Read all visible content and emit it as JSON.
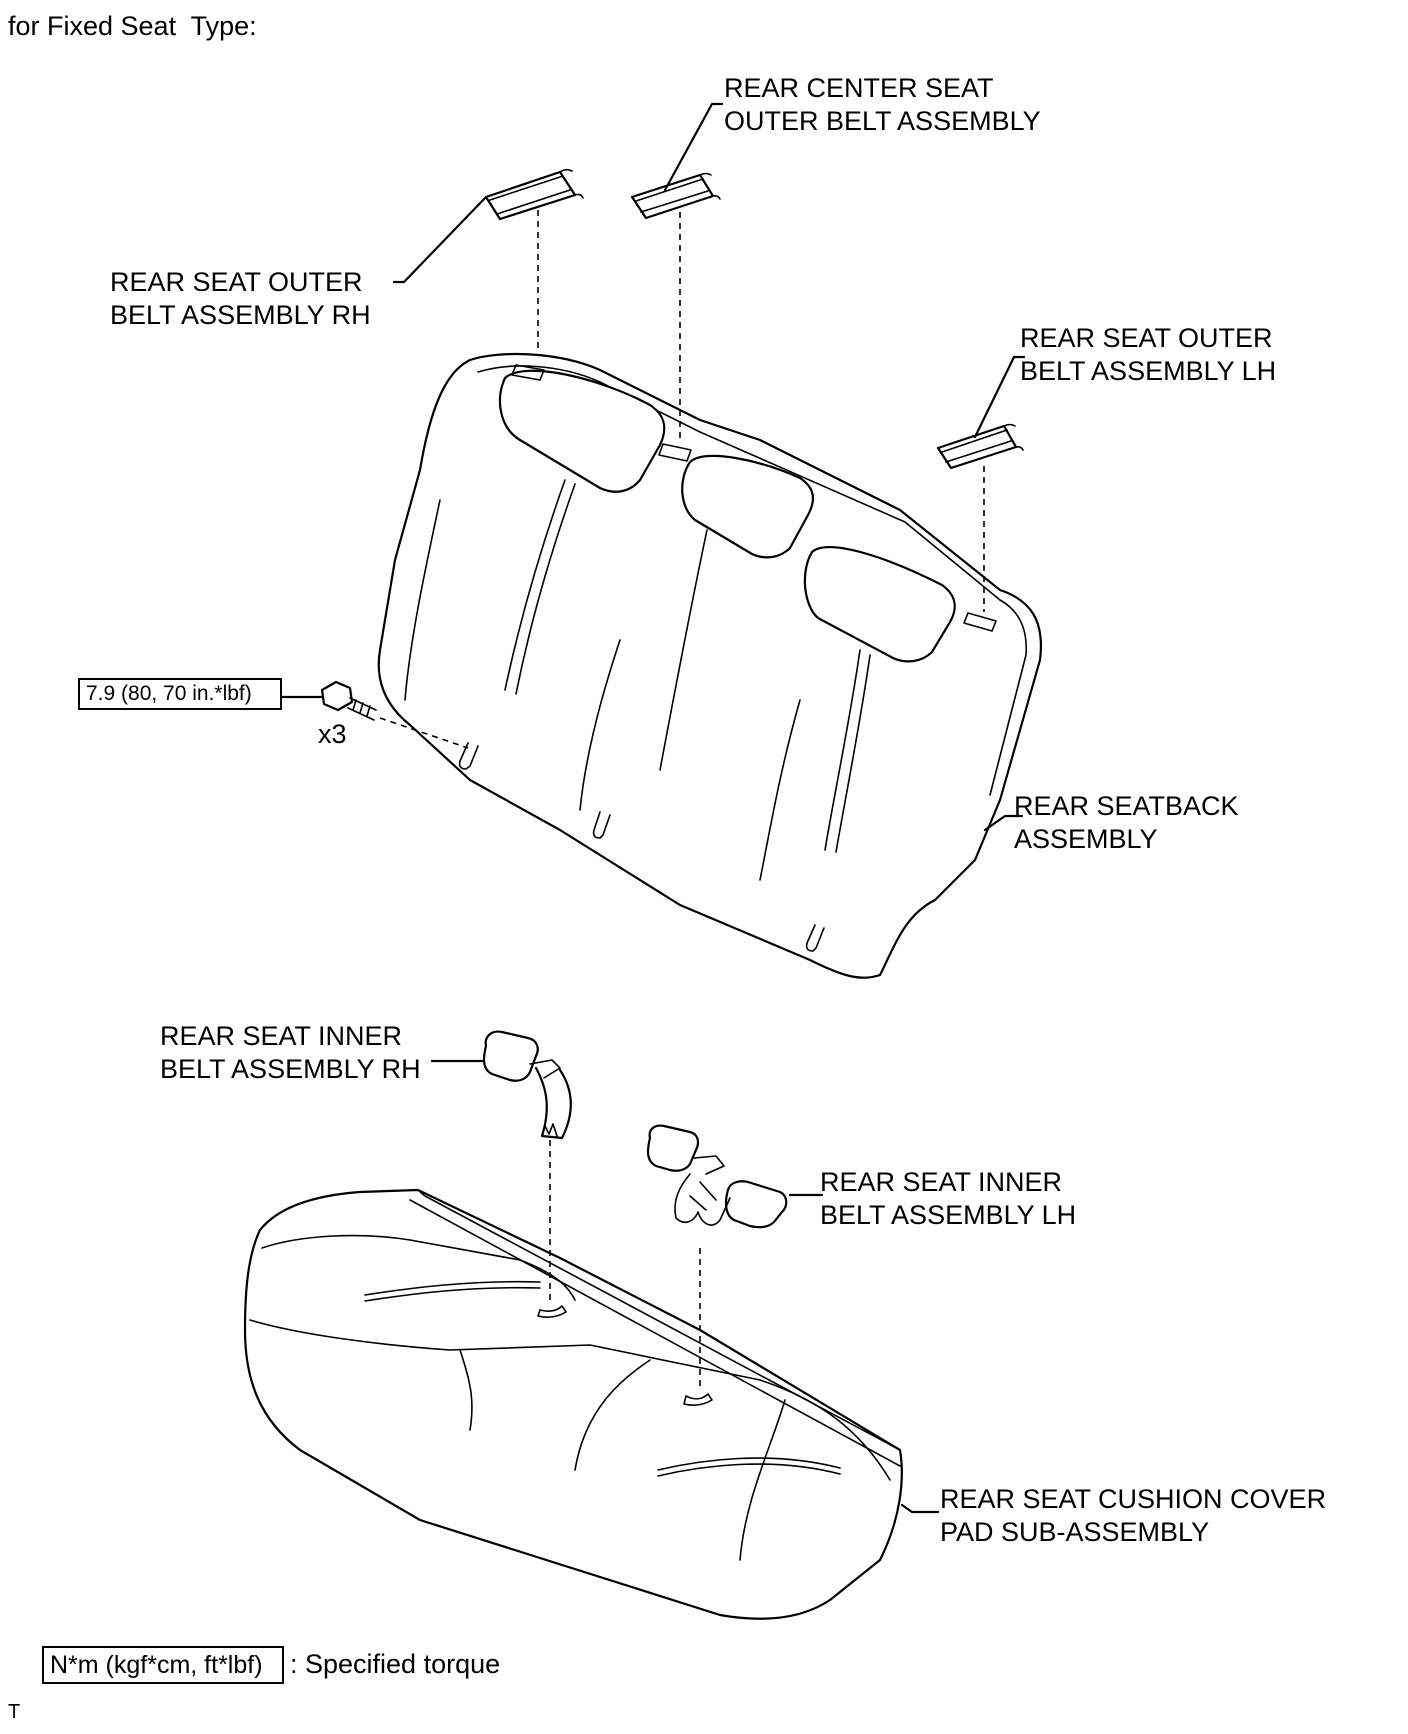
{
  "header": {
    "title": "for Fixed Seat  Type:"
  },
  "labels": {
    "rear_center_seat_outer_belt": [
      "REAR CENTER SEAT",
      "OUTER BELT ASSEMBLY"
    ],
    "rear_seat_outer_belt_rh": [
      "REAR SEAT OUTER",
      "BELT ASSEMBLY RH"
    ],
    "rear_seat_outer_belt_lh": [
      "REAR SEAT OUTER",
      "BELT ASSEMBLY LH"
    ],
    "rear_seatback": [
      "REAR SEATBACK",
      "ASSEMBLY"
    ],
    "rear_seat_inner_belt_rh": [
      "REAR SEAT INNER",
      "BELT ASSEMBLY RH"
    ],
    "rear_seat_inner_belt_lh": [
      "REAR SEAT INNER",
      "BELT ASSEMBLY LH"
    ],
    "rear_seat_cushion": [
      "REAR SEAT CUSHION COVER",
      "PAD SUB-ASSEMBLY"
    ]
  },
  "torque": {
    "value": "7.9 (80, 70 in.*lbf)",
    "quantity": "x3"
  },
  "legend": {
    "units": "N*m (kgf*cm, ft*lbf)",
    "description": ": Specified torque"
  },
  "footer": {
    "mark": "T"
  },
  "icons": {
    "bolt": "bolt-icon"
  }
}
